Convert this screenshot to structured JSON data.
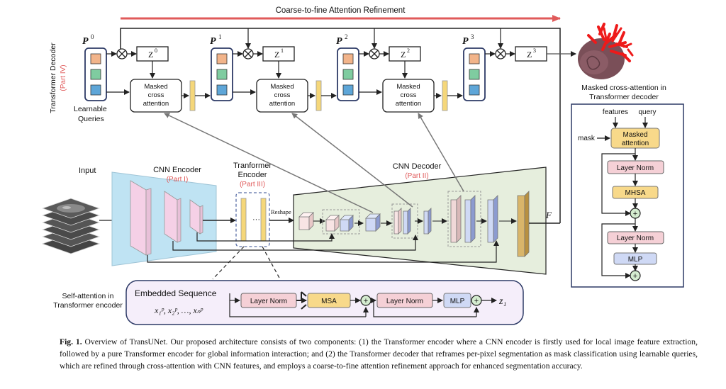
{
  "title_arrow": "Coarse-to-fine Attention Refinement",
  "decoder": {
    "label": "Transformer Decoder",
    "part": "(Part IV)",
    "queries": [
      "P",
      "P",
      "P",
      "P"
    ],
    "query_sup": [
      "0",
      "1",
      "2",
      "3"
    ],
    "z_labels": [
      "Z",
      "Z",
      "Z",
      "Z"
    ],
    "z_sup": [
      "0",
      "1",
      "2",
      "3"
    ],
    "mca_line1": "Masked",
    "mca_line2": "cross",
    "mca_line3": "attention",
    "learnable1": "Learnable",
    "learnable2": "Queries",
    "output_label1": "Masked cross-attention in",
    "output_label2": "Transformer decoder"
  },
  "encoder": {
    "input": "Input",
    "cnn_encoder": "CNN Encoder",
    "cnn_part": "(Part I)",
    "tf_encoder1": "Tranformer",
    "tf_encoder2": "Encoder",
    "tf_part": "(Part III)",
    "dots": "···",
    "reshape": "Reshape",
    "cnn_decoder": "CNN Decoder",
    "dec_part": "(Part II)",
    "f_label": "F"
  },
  "self_attention": {
    "side1": "Self-attention in",
    "side2": "Transformer encoder",
    "embedded": "Embedded Sequence",
    "seq": "x₁ᵖ, x₂ᵖ, …, xₙᵖ",
    "layer_norm": "Layer Norm",
    "msa": "MSA",
    "mlp": "MLP",
    "z1": "z₁",
    "plus": "+"
  },
  "mca_panel": {
    "features": "features",
    "query": "query",
    "mask": "mask",
    "masked1": "Masked",
    "masked2": "attention",
    "layer_norm": "Layer Norm",
    "mhsa": "MHSA",
    "mlp": "MLP",
    "plus": "+"
  },
  "caption": {
    "label": "Fig. 1.",
    "text": " Overview of TransUNet. Our proposed architecture consists of two components: (1) the Transformer encoder where a CNN encoder is firstly used for local image feature extraction, followed by a pure Transformer encoder for global information interaction; and (2) the Transformer decoder that reframes per-pixel segmentation as mask classification using learnable queries, which are refined through cross-attention with CNN features, and employs a coarse-to-fine attention refinement approach for enhanced segmentation accuracy."
  },
  "colors": {
    "red": "#e05a5a",
    "orange": "#f2b48a",
    "green": "#7fcca0",
    "blue": "#5ea6d8",
    "yellow": "#f5d77a",
    "pink": "#f5d0d6",
    "lightblue": "#cfd9f5",
    "navy": "#2d3a66",
    "encoder_bg": "#bfe3f3",
    "decoder_bg": "#e6eedd"
  }
}
